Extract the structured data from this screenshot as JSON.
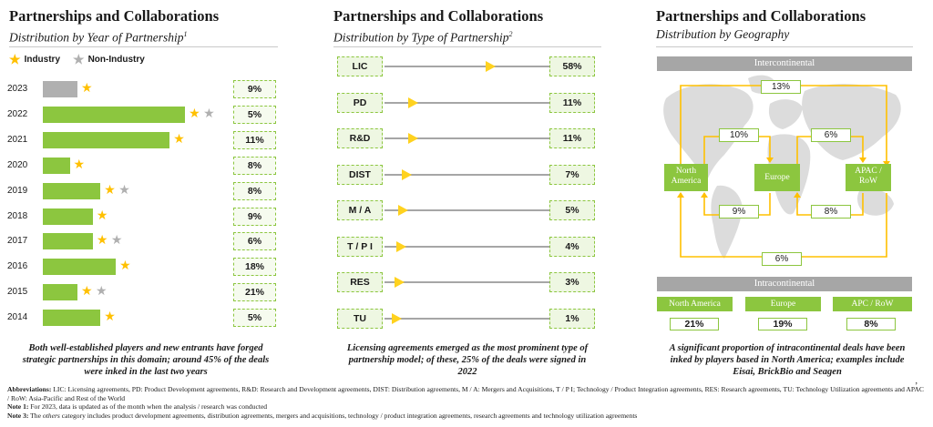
{
  "left": {
    "title": "Partnerships and Collaborations",
    "subtitle": "Distribution by Year of Partnership",
    "subtitle_sup": "1",
    "legend": [
      {
        "label": "Industry",
        "color": "#ffc000"
      },
      {
        "label": "Non-Industry",
        "color": "#b0b0b0"
      }
    ],
    "caption_lines": [
      "Both well-established players and new entrants have forged",
      "strategic partnerships in this domain; around 45% of the deals",
      "were inked in the last two years"
    ]
  },
  "middle": {
    "title": "Partnerships and Collaborations",
    "subtitle": "Distribution by Type of Partnership",
    "subtitle_sup": "2",
    "caption_lines": [
      "Licensing agreements emerged as the most prominent type of",
      "partnership model; of these, 25% of the deals were signed in",
      "2022"
    ]
  },
  "right": {
    "title": "Partnerships and Collaborations",
    "subtitle": "Distribution by Geography",
    "intercontinental_label": "Intercontinental",
    "intracontinental_label": "Intracontinental",
    "regions": [
      "North America",
      "Europe",
      "APAC / RoW"
    ],
    "flows": [
      "13%",
      "10%",
      "6%",
      "9%",
      "8%",
      "6%"
    ],
    "intra_labels": [
      "North America",
      "Europe",
      "APC / RoW"
    ],
    "intra_values": [
      "21%",
      "19%",
      "8%"
    ],
    "caption_lines": [
      "A significant proportion of intracontinental deals have been",
      "inked by players based in North America; examples include",
      "Eisai, BrickBio and Seagen"
    ]
  },
  "footnotes": {
    "abbr_label": "Abbreviations:",
    "abbr_text": " LIC: Licensing agreements, PD: Product Development agreements, R&D: Research and Development agreements, DIST: Distribution agreements, M / A: Mergers and Acquisitions, T / P I; Technology / Product Integration agreements, RES: Research agreements, TU: Technology Utilization agreements and APAC / RoW: Asia-Pacific and Rest of the World",
    "note1_label": "Note 1:",
    "note1_text": " For 2023, data is updated as of the month when the analysis / research was conducted",
    "note3_label": "Note 3:",
    "note3_pre": " The ",
    "note3_italic": "others",
    "note3_post": " category includes product development agreements, distribution agreements, mergers and acquisitions, technology / product integration agreements, research agreements and technology utilization agreements",
    "stray_mark": "’"
  },
  "chart_data": [
    {
      "type": "bar",
      "orientation": "horizontal",
      "title": "Partnerships and Collaborations",
      "subtitle": "Distribution by Year of Partnership",
      "categories": [
        "2023",
        "2022",
        "2021",
        "2020",
        "2019",
        "2018",
        "2017",
        "2016",
        "2015",
        "2014"
      ],
      "values": [
        9,
        5,
        11,
        8,
        8,
        9,
        6,
        18,
        21,
        5
      ],
      "value_labels": [
        "9%",
        "5%",
        "11%",
        "8%",
        "8%",
        "9%",
        "6%",
        "18%",
        "21%",
        "5%"
      ],
      "bar_values": [
        9,
        37,
        33,
        7,
        15,
        13,
        13,
        19,
        9,
        15
      ],
      "bar_colors": [
        "#b0b0b0",
        "#8cc63f",
        "#8cc63f",
        "#8cc63f",
        "#8cc63f",
        "#8cc63f",
        "#8cc63f",
        "#8cc63f",
        "#8cc63f",
        "#8cc63f"
      ],
      "stars": [
        [
          "industry"
        ],
        [
          "industry",
          "non-industry"
        ],
        [
          "industry"
        ],
        [
          "industry"
        ],
        [
          "industry",
          "non-industry"
        ],
        [
          "industry"
        ],
        [
          "industry",
          "non-industry"
        ],
        [
          "industry"
        ],
        [
          "industry",
          "non-industry"
        ],
        [
          "industry"
        ]
      ],
      "xlim": [
        0,
        50
      ]
    },
    {
      "type": "bar",
      "title": "Partnerships and Collaborations",
      "subtitle": "Distribution by Type of Partnership",
      "categories": [
        "LIC",
        "PD",
        "R&D",
        "DIST",
        "M / A",
        "T / P I",
        "RES",
        "TU"
      ],
      "values": [
        58,
        11,
        11,
        7,
        5,
        4,
        3,
        1
      ],
      "value_labels": [
        "58%",
        "11%",
        "11%",
        "7%",
        "5%",
        "4%",
        "3%",
        "1%"
      ],
      "marker_color": "#ffd21f",
      "xlim": [
        0,
        100
      ]
    }
  ]
}
